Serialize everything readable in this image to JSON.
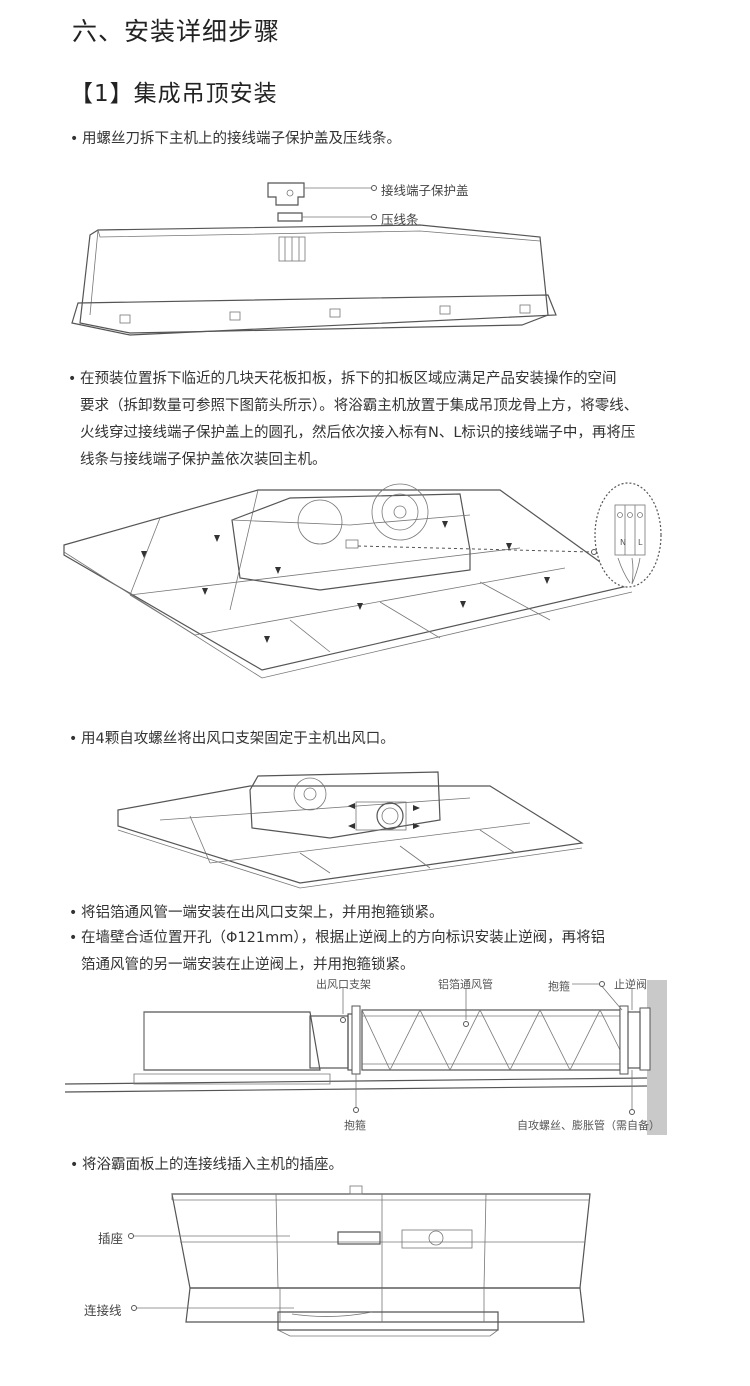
{
  "section_title": "六、安装详细步骤",
  "subsection_title": "【1】集成吊顶安装",
  "steps": [
    {
      "bullet": "•",
      "text": "用螺丝刀拆下主机上的接线端子保护盖及压线条。"
    },
    {
      "bullet": "•",
      "lines": [
        "在预装位置拆下临近的几块天花板扣板，拆下的扣板区域应满足产品安装操作的空间",
        "要求（拆卸数量可参照下图箭头所示）。将浴霸主机放置于集成吊顶龙骨上方，将零线、",
        "火线穿过接线端子保护盖上的圆孔，然后依次接入标有N、L标识的接线端子中，再将压",
        "线条与接线端子保护盖依次装回主机。"
      ]
    },
    {
      "bullet": "•",
      "text": "用4颗自攻螺丝将出风口支架固定于主机出风口。"
    },
    {
      "bullet": "•",
      "text": "将铝箔通风管一端安装在出风口支架上，并用抱箍锁紧。"
    },
    {
      "bullet": "•",
      "lines": [
        "在墙壁合适位置开孔（Φ121mm），根据止逆阀上的方向标识安装止逆阀，再将铝",
        "箔通风管的另一端安装在止逆阀上，并用抱箍锁紧。"
      ]
    },
    {
      "bullet": "•",
      "text": "将浴霸面板上的连接线插入主机的插座。"
    }
  ],
  "fig1": {
    "label_cover": "接线端子保护盖",
    "label_strip": "压线条"
  },
  "fig2": {
    "terminal_n": "N",
    "terminal_l": "L"
  },
  "fig4": {
    "label_bracket": "出风口支架",
    "label_duct": "铝箔通风管",
    "label_clamp_top": "抱箍",
    "label_valve": "止逆阀",
    "label_clamp_bottom": "抱箍",
    "label_screws": "自攻螺丝、膨胀管（需自备）"
  },
  "fig5": {
    "label_socket": "插座",
    "label_cable": "连接线"
  },
  "colors": {
    "text": "#333333",
    "line": "#555555",
    "wall": "#c9c9c9"
  }
}
